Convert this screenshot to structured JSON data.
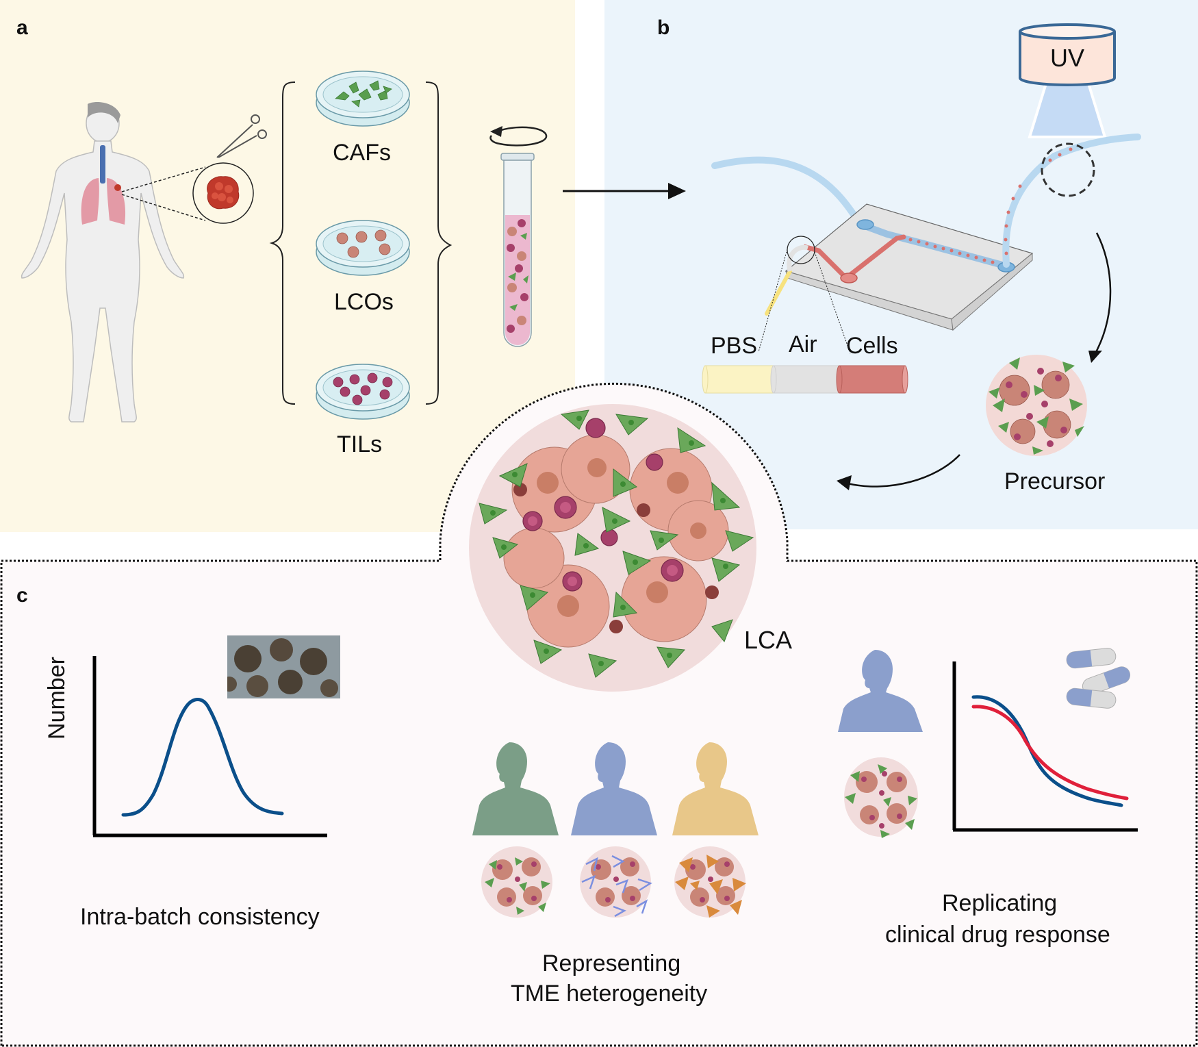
{
  "figure": {
    "panels": {
      "a": {
        "letter": "a",
        "cell_types": [
          "CAFs",
          "LCOs",
          "TILs"
        ],
        "background_color": "#fdf8e6"
      },
      "b": {
        "letter": "b",
        "uv_label": "UV",
        "segments": [
          "PBS",
          "Air",
          "Cells"
        ],
        "precursor_label": "Precursor",
        "background_color": "#ebf4fb"
      },
      "c": {
        "letter": "c",
        "assembloid_label": "LCA",
        "consistency": {
          "ylabel": "Number",
          "caption": "Intra-batch consistency"
        },
        "heterogeneity": {
          "caption_line1": "Representing",
          "caption_line2": "TME heterogeneity",
          "patient_colors": [
            "#7b9e87",
            "#8b9fcc",
            "#e8c789"
          ]
        },
        "drug_response": {
          "caption_line1": "Replicating",
          "caption_line2": "clinical drug response",
          "series_colors": [
            "#0b4f8a",
            "#e0203a"
          ]
        },
        "background_color": "#fdf9fa"
      }
    },
    "colors": {
      "caf_green": "#5a9e4f",
      "tumor_pink": "#d99a8a",
      "til_magenta": "#a6406a",
      "tube_blue": "#b8d8f0",
      "cells_red": "#d9716d",
      "pbs_yellow": "#fbf3c4"
    }
  }
}
